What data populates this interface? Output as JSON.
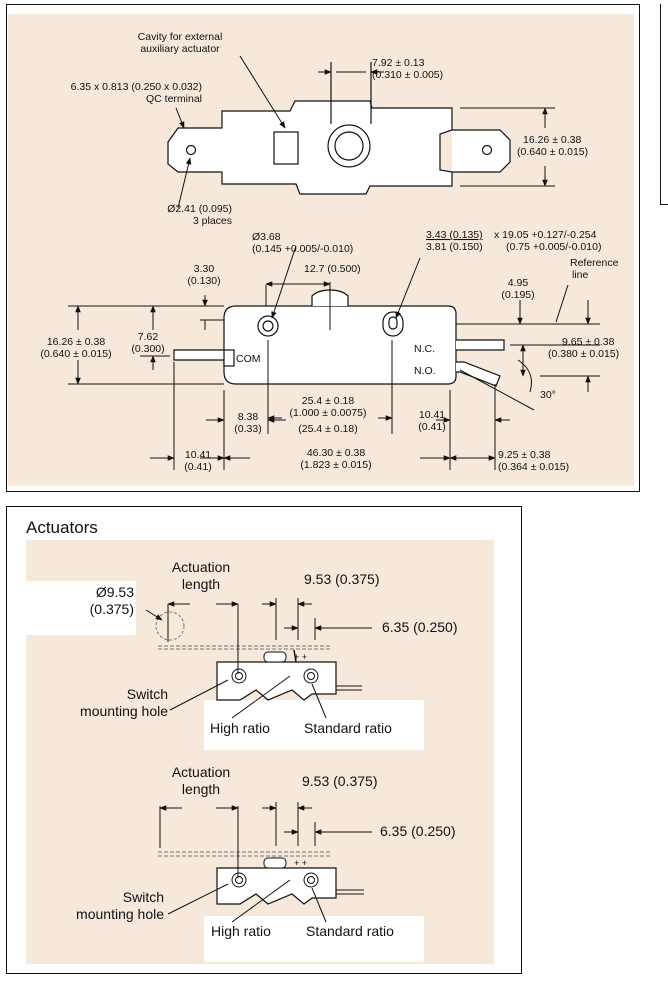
{
  "colors": {
    "background": "#f6e9db",
    "line": "#111111",
    "dashed": "#666666",
    "frame": "#111111"
  },
  "top_drawing": {
    "cavity_label": [
      "Cavity for external",
      "auxiliary actuator"
    ],
    "qc_terminal": [
      "6.35 x 0.813 (0.250 x 0.032)",
      "QC terminal"
    ],
    "dim_7_92": [
      "7.92 ± 0.13",
      "(0.310 ± 0.005)"
    ],
    "dim_16_26_right": [
      "16.26 ± 0.38",
      "(0.640 ± 0.015)"
    ],
    "dim_2_41": [
      "Ø2.41 (0.095)",
      "3 places"
    ],
    "dim_3_68": [
      "Ø3.68",
      "(0.145 +0.005/-0.010)"
    ],
    "dim_3_43": [
      "3.43 (0.135)",
      "3.81 (0.150)"
    ],
    "dim_19_05": [
      "x 19.05 +0.127/-0.254",
      "(0.75 +0.005/-0.010)"
    ],
    "dim_3_30": [
      "3.30",
      "(0.130)"
    ],
    "dim_12_7": "12.7 (0.500)",
    "reference_line": [
      "Reference",
      "line"
    ],
    "dim_4_95": [
      "4.95",
      "(0.195)"
    ],
    "dim_16_26_left": [
      "16.26 ± 0.38",
      "(0.640 ± 0.015)"
    ],
    "dim_7_62": [
      "7.62",
      "(0.300)"
    ],
    "com": "COM",
    "nc": "N.C.",
    "no": "N.O.",
    "dim_9_65": [
      "9.65 ± 0.38",
      "(0.380 ± 0.015)"
    ],
    "angle": "30°",
    "dim_25_4": [
      "25.4 ± 0.18",
      "(1.000 ± 0.0075)",
      "(25.4 ± 0.18)"
    ],
    "dim_8_38": [
      "8.38",
      "(0.33)"
    ],
    "dim_10_41_right": [
      "10.41",
      "(0.41)"
    ],
    "dim_10_41_left": [
      "10.41",
      "(0.41)"
    ],
    "dim_46_30": [
      "46.30 ± 0.38",
      "(1.823 ± 0.015)"
    ],
    "dim_9_25": [
      "9.25 ± 0.38",
      "(0.364 ± 0.015)"
    ]
  },
  "actuators": {
    "title": "Actuators",
    "view1": {
      "actuation_length": [
        "Actuation",
        "length"
      ],
      "diameter": [
        "Ø9.53",
        "(0.375)"
      ],
      "dim_9_53": "9.53 (0.375)",
      "dim_6_35": "6.35 (0.250)",
      "mounting_hole": [
        "Switch",
        "mounting hole"
      ],
      "high_ratio": "High ratio",
      "standard_ratio": "Standard ratio"
    },
    "view2": {
      "actuation_length": [
        "Actuation",
        "length"
      ],
      "dim_9_53": "9.53 (0.375)",
      "dim_6_35": "6.35 (0.250)",
      "mounting_hole": [
        "Switch",
        "mounting hole"
      ],
      "high_ratio": "High ratio",
      "standard_ratio": "Standard ratio"
    }
  }
}
